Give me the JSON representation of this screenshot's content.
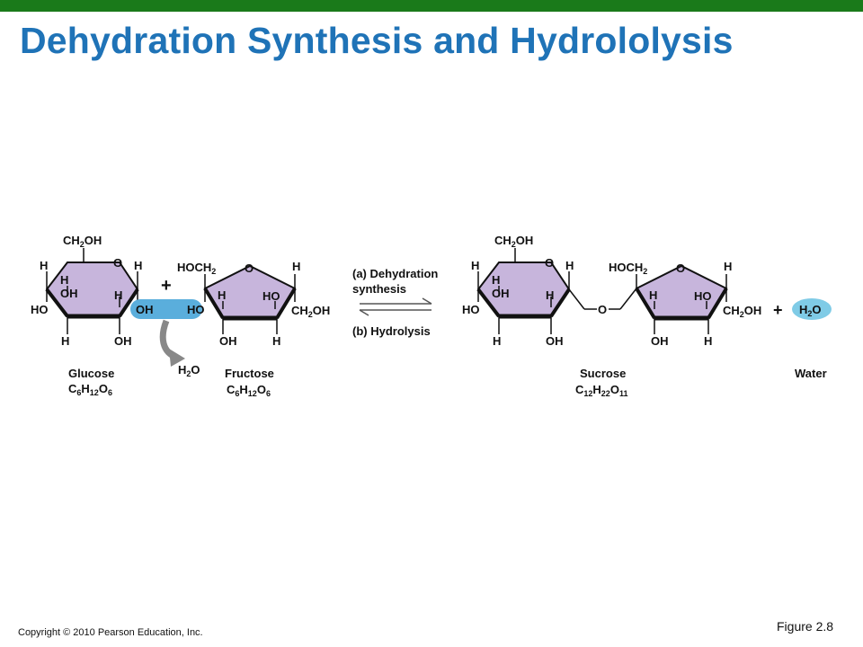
{
  "colors": {
    "topbar": "#1a7a1a",
    "title": "#1f73b7",
    "ring_fill": "#c7b5dc",
    "ring_outline": "#111111",
    "highlight": "#5aaedc",
    "water_oval": "#7fcbe6"
  },
  "title": "Dehydration Synthesis and Hydrololysis",
  "glucose": {
    "name": "Glucose",
    "formula_c": "C",
    "formula_c_sub": "6",
    "formula_h": "H",
    "formula_h_sub": "12",
    "formula_o": "O",
    "formula_o_sub": "6",
    "ch2oh": "CH",
    "ch2oh_sub": "2",
    "ch2oh_tail": "OH",
    "H": "H",
    "OH": "OH",
    "HO": "HO",
    "O": "O"
  },
  "fructose": {
    "name": "Fructose",
    "formula_c": "C",
    "formula_c_sub": "6",
    "formula_h": "H",
    "formula_h_sub": "12",
    "formula_o": "O",
    "formula_o_sub": "6",
    "hoch2": "HOCH",
    "hoch2_sub": "2",
    "ch2oh": "CH",
    "ch2oh_sub": "2",
    "ch2oh_tail": "OH",
    "H": "H",
    "OH": "OH",
    "HO": "HO",
    "O": "O"
  },
  "plus": "+",
  "removed_water": {
    "label": "H",
    "sub": "2",
    "tail": "O"
  },
  "reaction": {
    "a_tag": "(a)",
    "a_text1": "Dehydration",
    "a_text2": "synthesis",
    "b_tag": "(b)",
    "b_text": "Hydrolysis"
  },
  "sucrose": {
    "name": "Sucrose",
    "formula_c": "C",
    "formula_c_sub": "12",
    "formula_h": "H",
    "formula_h_sub": "22",
    "formula_o": "O",
    "formula_o_sub": "11",
    "bridge_o": "O"
  },
  "water": {
    "name": "Water",
    "formula": "H",
    "formula_sub": "2",
    "formula_tail": "O"
  },
  "copyright": "Copyright © 2010 Pearson Education, Inc.",
  "figure_label": "Figure 2.8"
}
